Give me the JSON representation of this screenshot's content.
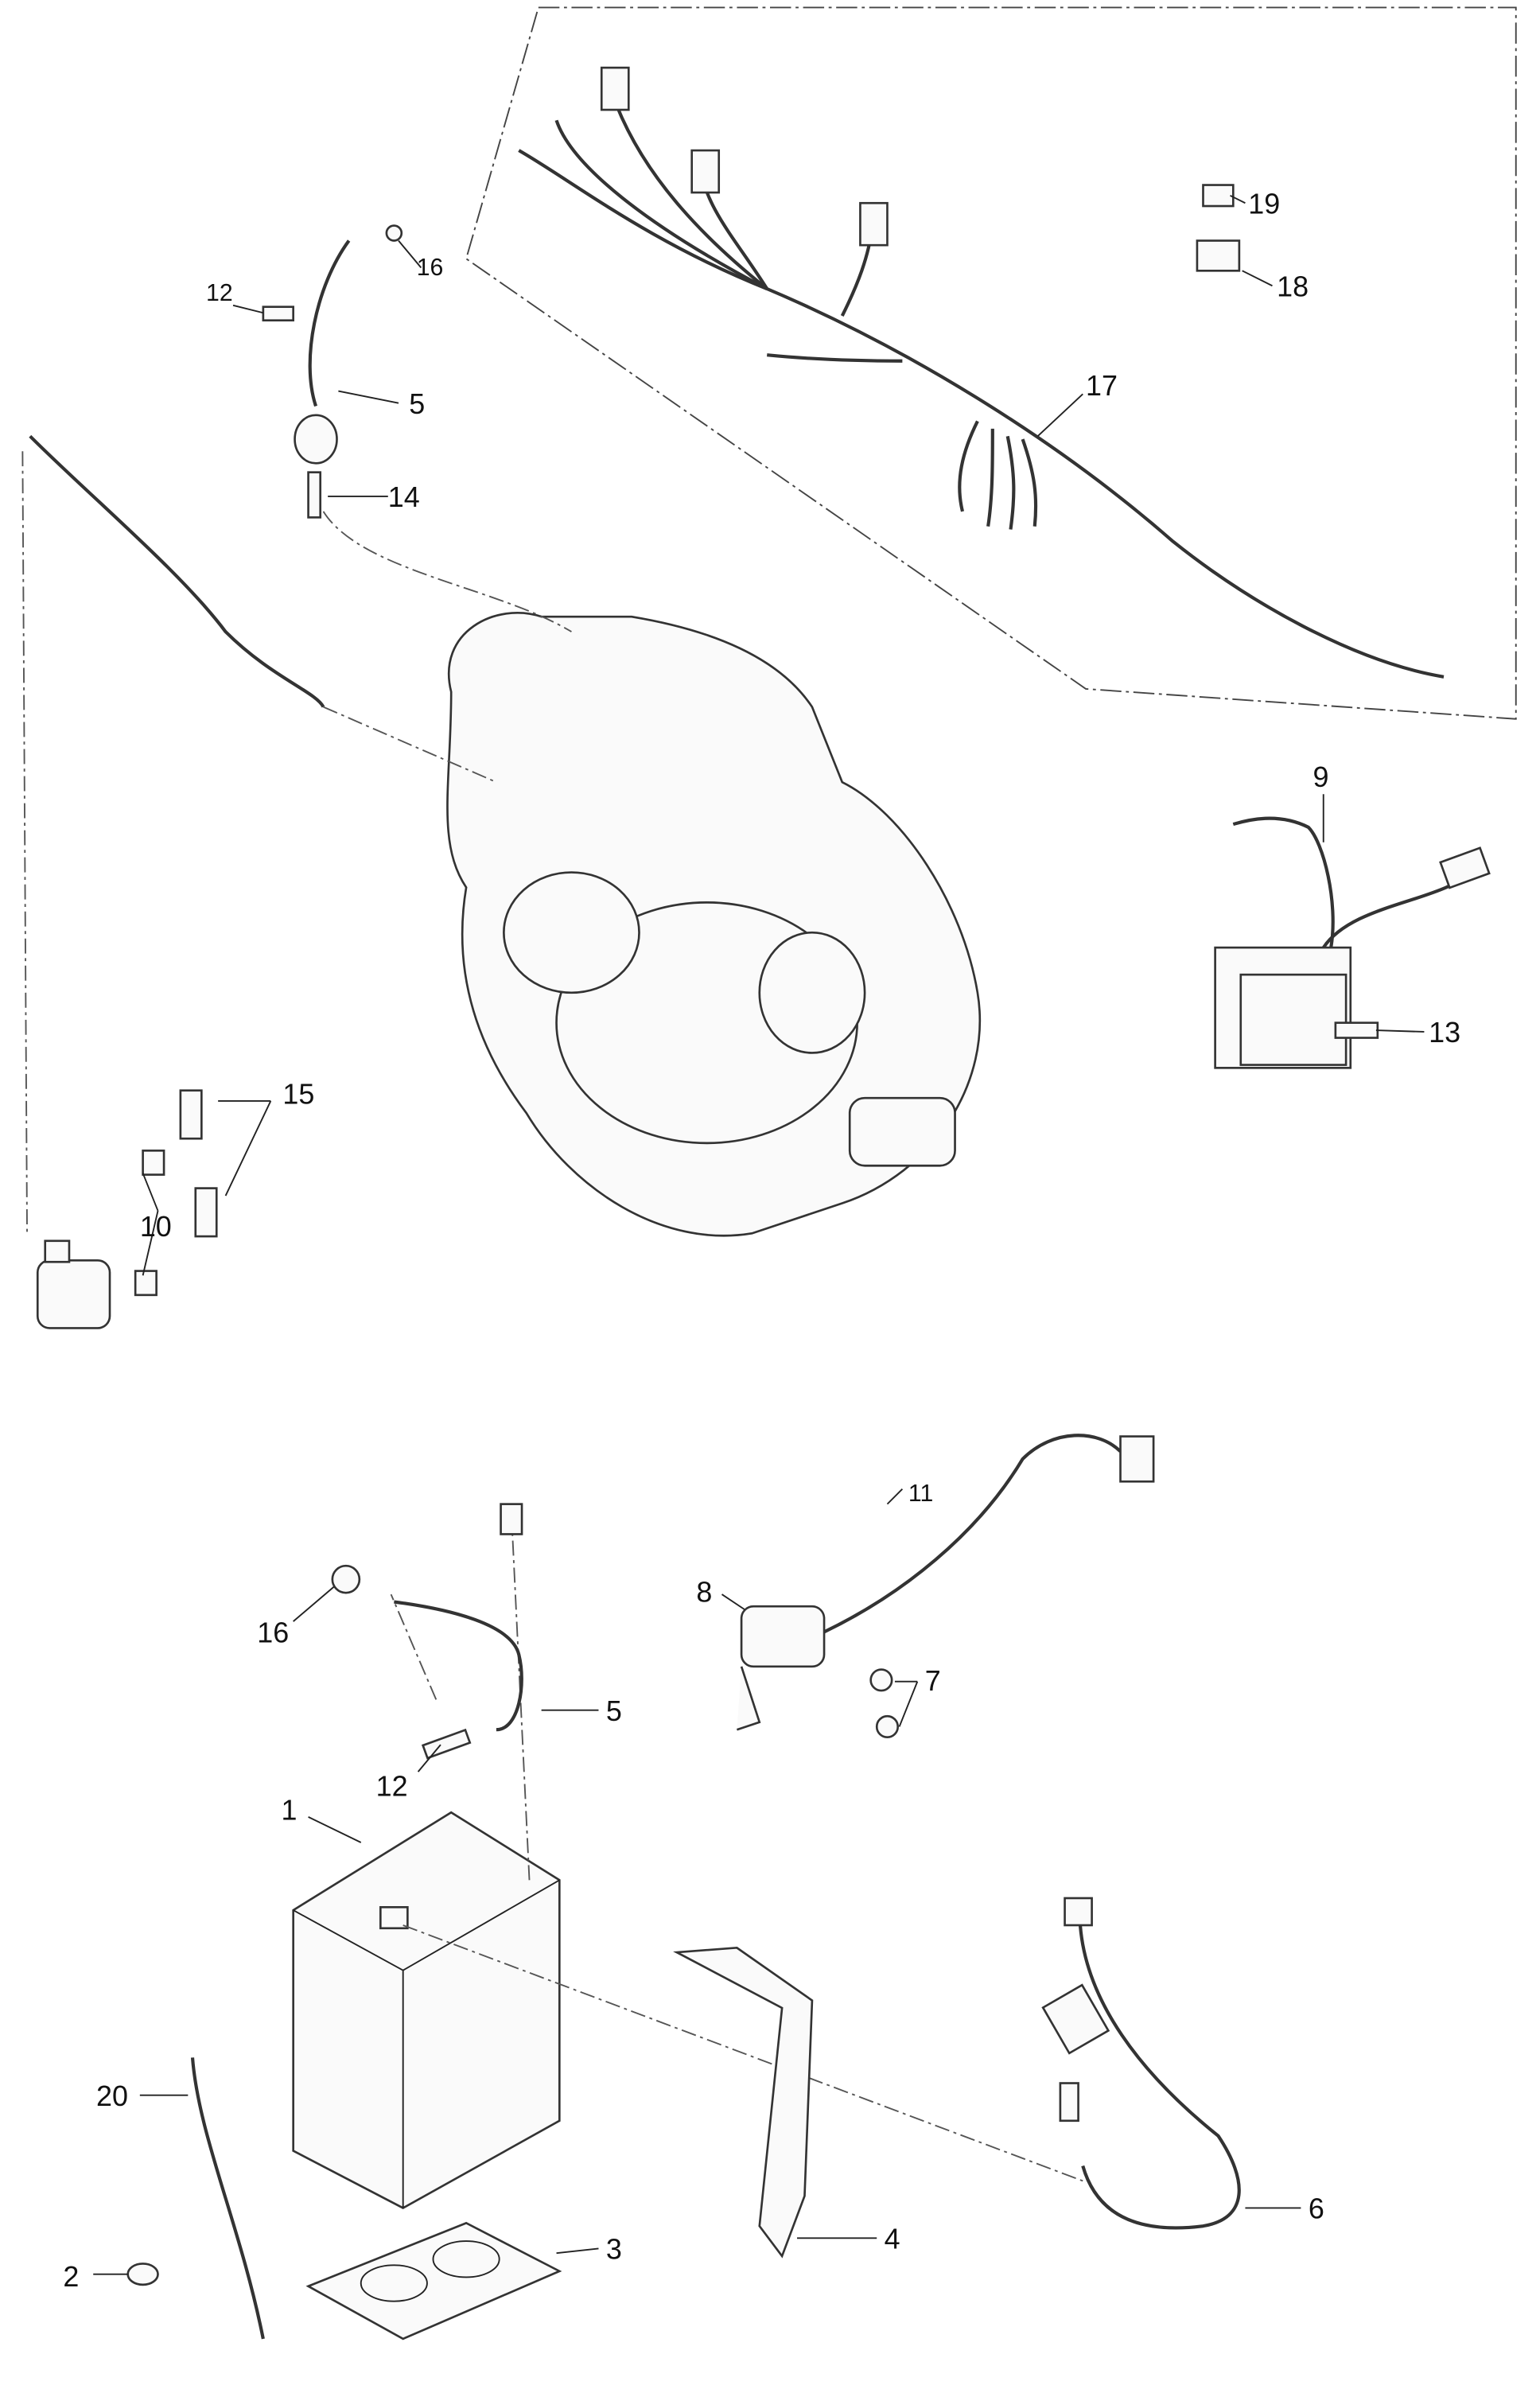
{
  "diagram": {
    "callouts": [
      "1",
      "2",
      "3",
      "4",
      "5",
      "5",
      "6",
      "7",
      "8",
      "9",
      "10",
      "11",
      "12",
      "12",
      "13",
      "14",
      "15",
      "16",
      "16",
      "17",
      "18",
      "19",
      "20"
    ]
  }
}
